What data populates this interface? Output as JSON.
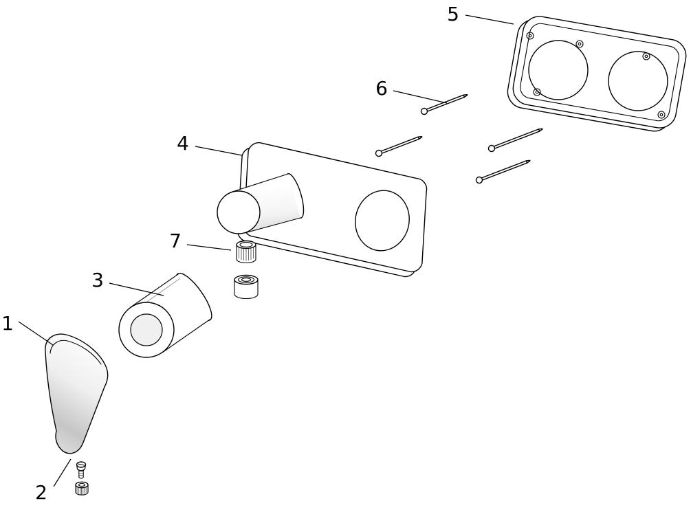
{
  "diagram": {
    "kind": "exploded-view-parts-diagram",
    "background_color": "#ffffff",
    "line_color": "#000000",
    "parts": [
      {
        "label": "1"
      },
      {
        "label": "2"
      },
      {
        "label": "3"
      },
      {
        "label": "4"
      },
      {
        "label": "5"
      },
      {
        "label": "6"
      },
      {
        "label": "7"
      }
    ]
  }
}
